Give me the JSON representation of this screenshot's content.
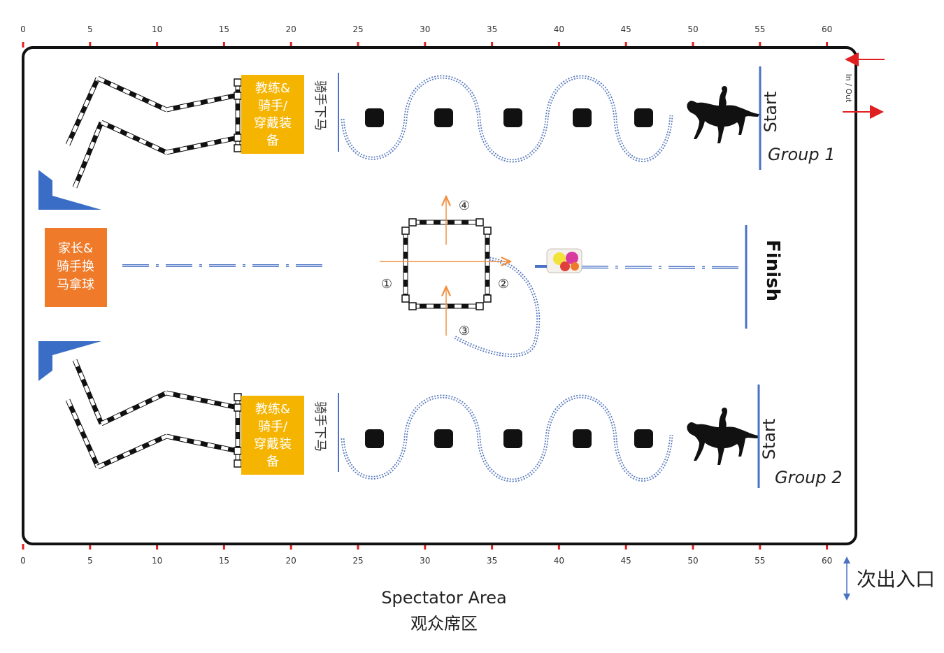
{
  "ruler": {
    "ticks": [
      "0",
      "5",
      "10",
      "15",
      "20",
      "25",
      "30",
      "35",
      "40",
      "45",
      "50",
      "55",
      "60"
    ]
  },
  "labels": {
    "coach_box": [
      "教练&",
      "骑手/",
      "穿戴装",
      "备"
    ],
    "dismount": "骑手下马",
    "parent_box": [
      "家长&",
      "骑手换",
      "马拿球"
    ],
    "start": "Start",
    "group1": "Group 1",
    "group2": "Group 2",
    "finish": "Finish",
    "in_out": "In / Out",
    "circle_numbers": [
      "①",
      "②",
      "③",
      "④"
    ],
    "spectator_en": "Spectator Area",
    "spectator_cn": "观众席区",
    "exit": "次出入口"
  },
  "colors": {
    "arena_border": "#111111",
    "ruler_tick": "#e02020",
    "coach_box": "#f5b400",
    "parent_box": "#ee7a2a",
    "corner_marker": "#3a6ec6",
    "line_blue": "#4a72c4",
    "weave_path": "#5a7bbf",
    "arrow_orange": "#f29040",
    "arrow_red": "#e02020",
    "exit_arrow": "#4a72c4",
    "cone": "#111111"
  }
}
